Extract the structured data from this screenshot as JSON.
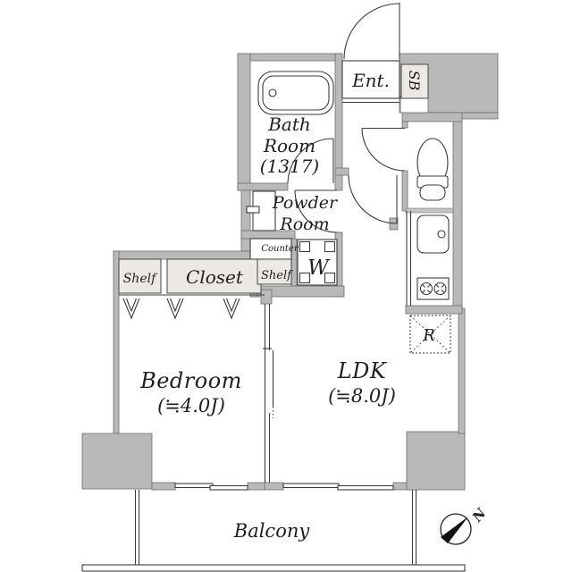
{
  "rooms": {
    "bath": {
      "name_line1": "Bath",
      "name_line2": "Room",
      "size": "(1317)"
    },
    "entrance": {
      "label": "Ent."
    },
    "shoe_box": {
      "label": "SB"
    },
    "powder": {
      "name_line1": "Powder",
      "name_line2": "Room"
    },
    "bedroom": {
      "name": "Bedroom",
      "size": "(≒4.0J)"
    },
    "ldk": {
      "name": "LDK",
      "size": "(≒8.0J)"
    },
    "balcony": {
      "label": "Balcony"
    }
  },
  "features": {
    "counter": {
      "label": "Counter"
    },
    "shelf_upper": {
      "label": "Shelf"
    },
    "washer": {
      "label": "W"
    },
    "shelf_left": {
      "label": "Shelf"
    },
    "closet": {
      "label": "Closet"
    },
    "refrigerator": {
      "label": "R"
    }
  },
  "compass": {
    "north": "N"
  },
  "colors": {
    "wall": "#b9b9b9",
    "storage_fill": "#ece9e4",
    "line": "#3c3c3c",
    "text": "#1f1f1f",
    "compass_needle": "#111111",
    "background": "#ffffff"
  }
}
